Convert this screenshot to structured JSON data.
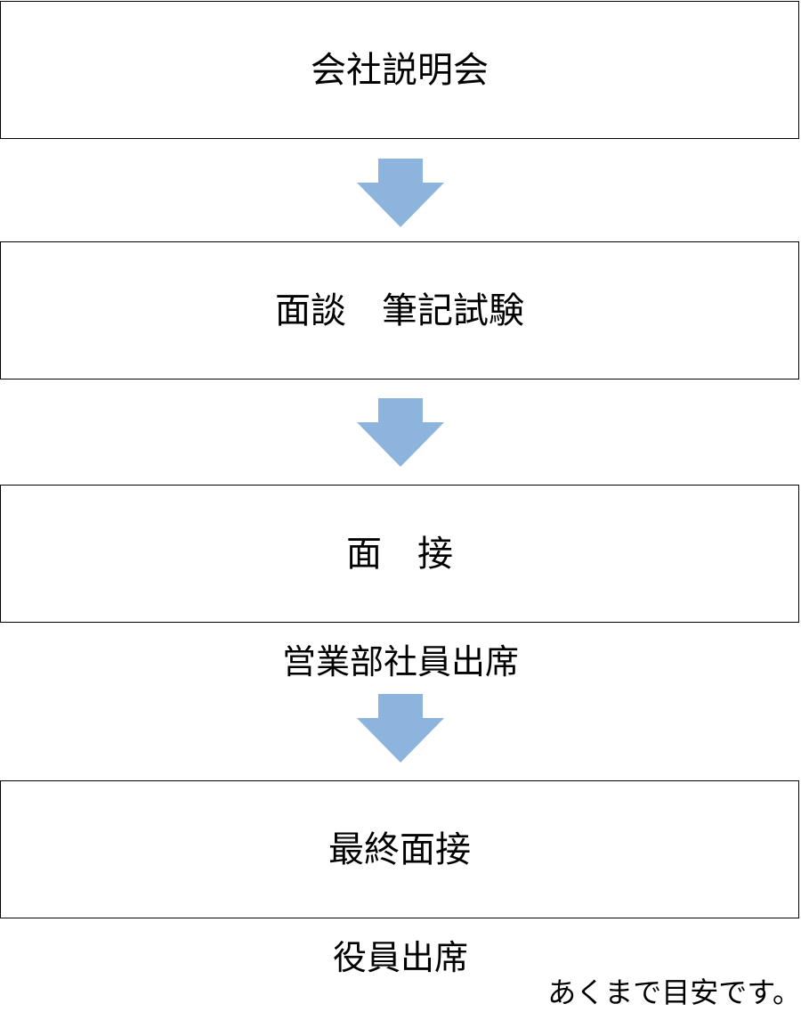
{
  "flow": {
    "steps": [
      {
        "label": "会社説明会"
      },
      {
        "label": "面談　筆記試験"
      },
      {
        "label": "面　接",
        "note": "営業部社員出席"
      },
      {
        "label": "最終面接",
        "note": "役員出席"
      }
    ],
    "arrow_color": "#8cb4dc",
    "arrow_icon": "down-arrow-icon"
  },
  "footnote": "あくまで目安です。"
}
